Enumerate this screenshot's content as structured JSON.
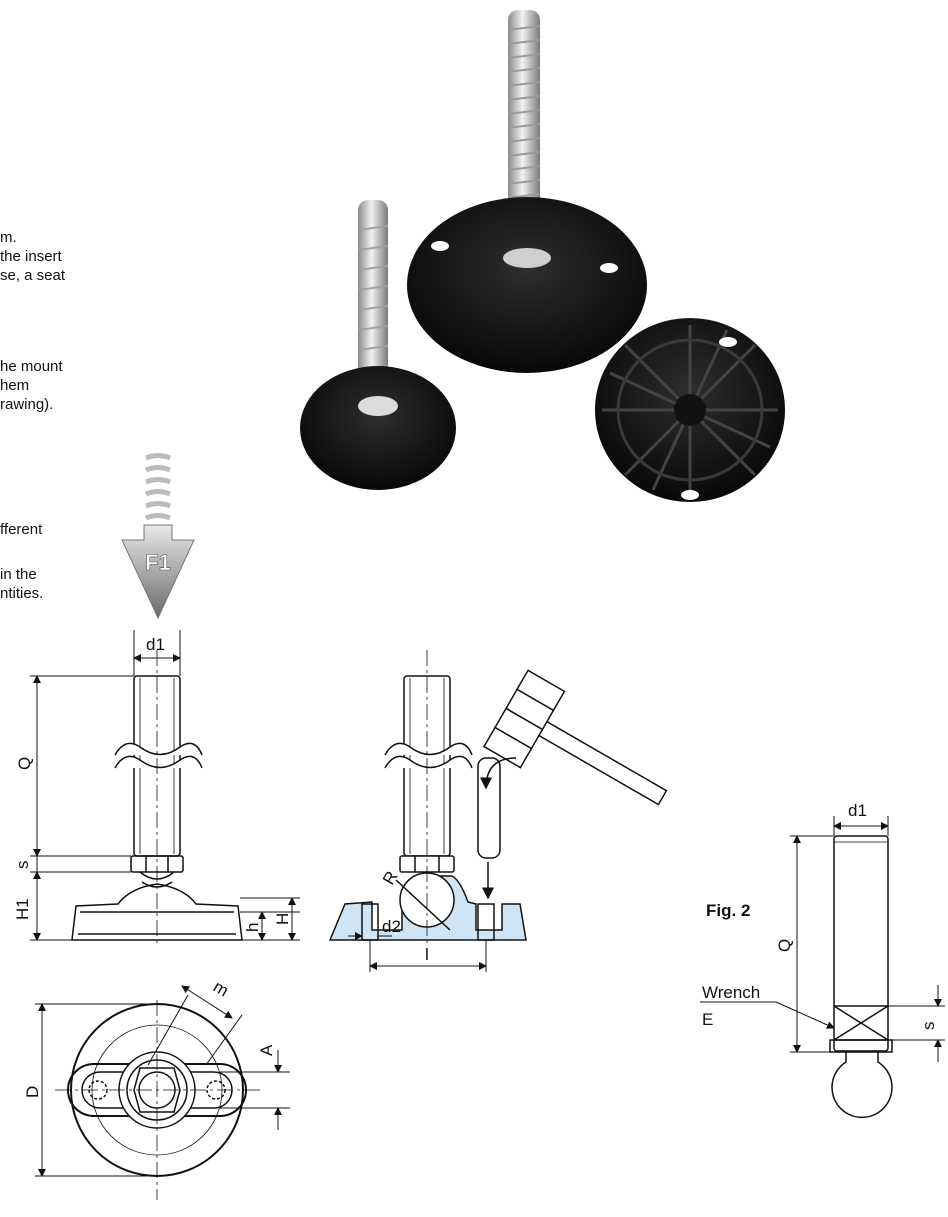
{
  "text_fragments": [
    "m.",
    "the insert",
    "se, a seat",
    "he mount",
    "hem",
    "rawing).",
    "fferent",
    "in the",
    "ntities."
  ],
  "figure_label": "Fig. 2",
  "arrow_label": "F1",
  "dimensions": {
    "d1": "d1",
    "Q": "Q",
    "s": "s",
    "H1": "H1",
    "h": "h",
    "H": "H",
    "R": "R",
    "d2": "d2",
    "l": "l",
    "m": "m",
    "A": "A",
    "D": "D"
  },
  "wrench_label": "Wrench",
  "wrench_value": "E",
  "colors": {
    "base_fill": "#cfe4f4",
    "ink": "#111111",
    "foot": "#141414"
  }
}
